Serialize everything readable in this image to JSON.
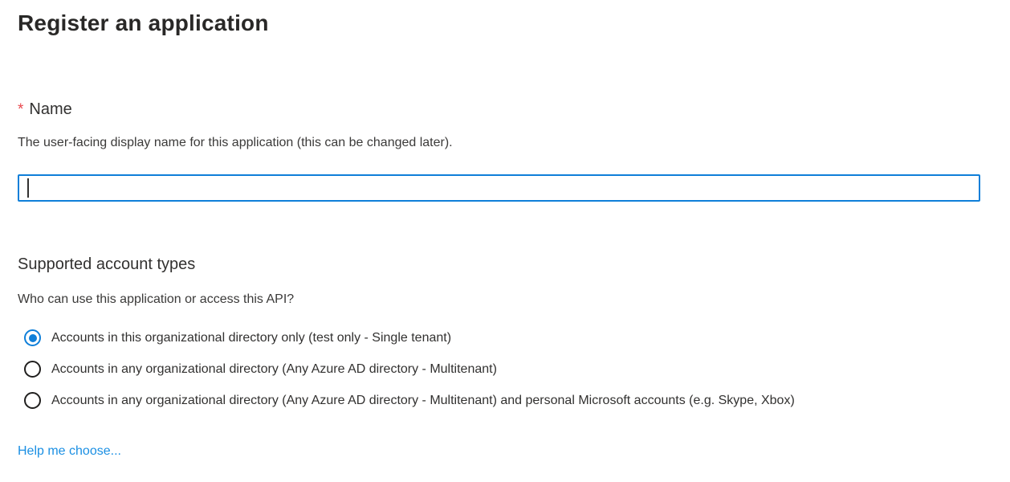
{
  "page": {
    "title": "Register an application"
  },
  "name_field": {
    "required_marker": "*",
    "label": "Name",
    "description": "The user-facing display name for this application (this can be changed later).",
    "value": "",
    "placeholder": ""
  },
  "account_types": {
    "heading": "Supported account types",
    "question": "Who can use this application or access this API?",
    "options": [
      {
        "label": "Accounts in this organizational directory only (test only - Single tenant)",
        "selected": true
      },
      {
        "label": "Accounts in any organizational directory (Any Azure AD directory - Multitenant)",
        "selected": false
      },
      {
        "label": "Accounts in any organizational directory (Any Azure AD directory - Multitenant) and personal Microsoft accounts (e.g. Skype, Xbox)",
        "selected": false
      }
    ],
    "help_link_label": "Help me choose..."
  },
  "colors": {
    "accent_blue": "#0f7fd9",
    "link_blue": "#1a8fe3",
    "required_red": "#e8494f",
    "heading_text": "#292827",
    "body_text": "#323130"
  }
}
